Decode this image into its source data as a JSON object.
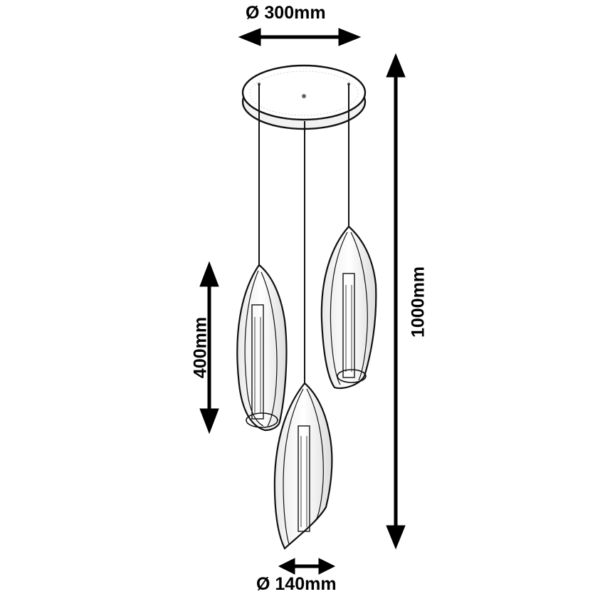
{
  "dimensions": {
    "canopy_diameter": "Ø 300mm",
    "shade_height": "400mm",
    "total_height": "1000mm",
    "shade_diameter": "Ø 140mm"
  }
}
